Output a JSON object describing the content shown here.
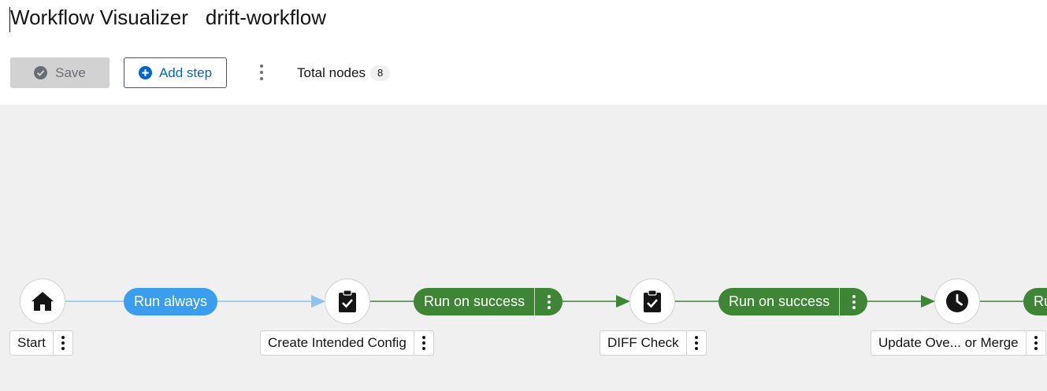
{
  "header": {
    "title": "Workflow Visualizer",
    "workflow_name": "drift-workflow"
  },
  "toolbar": {
    "save_label": "Save",
    "add_step_label": "Add step",
    "total_nodes_label": "Total nodes",
    "total_nodes_count": "8"
  },
  "colors": {
    "primary": "#0066cc",
    "run_always": "#3b9dee",
    "run_on_success": "#3e8635",
    "canvas_bg": "#f0f0f0"
  },
  "nodes": [
    {
      "label": "Start",
      "icon": "home-icon"
    },
    {
      "label": "Create Intended Config",
      "icon": "clipboard-check-icon"
    },
    {
      "label": "DIFF Check",
      "icon": "clipboard-check-icon"
    },
    {
      "label": "Update Ove... or Merge",
      "icon": "clock-icon"
    }
  ],
  "links": [
    {
      "label": "Run always"
    },
    {
      "label": "Run on success"
    },
    {
      "label": "Run on success"
    },
    {
      "label": "Ru"
    }
  ]
}
